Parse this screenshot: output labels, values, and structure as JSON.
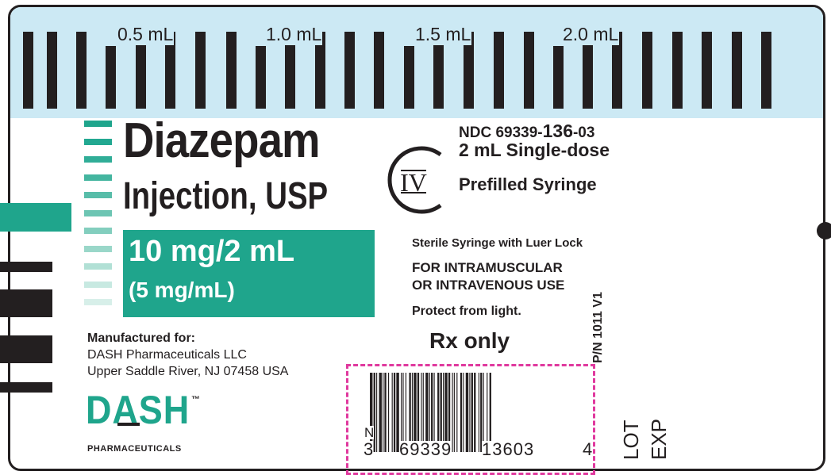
{
  "scale": {
    "labels": [
      "0.5 mL",
      "1.0 mL",
      "1.5 mL",
      "2.0 mL"
    ]
  },
  "product": {
    "name": "Diazepam",
    "subtitle": "Injection, USP",
    "strength": "10 mg/2 mL",
    "concentration": "(5 mg/mL)",
    "schedule": "IV"
  },
  "ndc": {
    "prefix": "NDC 69339-",
    "product_code": "136",
    "suffix": "-03"
  },
  "package": {
    "size": "2 mL Single-dose",
    "form": "Prefilled Syringe"
  },
  "instructions": {
    "sterile": "Sterile Syringe with Luer Lock",
    "route_line1": "FOR INTRAMUSCULAR",
    "route_line2": "OR INTRAVENOUS USE",
    "storage": "Protect from light.",
    "rx": "Rx only"
  },
  "manufacturer": {
    "heading": "Manufactured for:",
    "name": "DASH Pharmaceuticals LLC",
    "address": "Upper Saddle River, NJ 07458 USA",
    "logo_text": "DASH",
    "logo_tm": "™",
    "logo_sub": "PHARMACEUTICALS"
  },
  "barcode": {
    "n_label": "N",
    "digit_left": "3",
    "digits_group1": "69339",
    "digits_group2": "13603",
    "digit_right": "4"
  },
  "part_number": "P/N 1011 V1",
  "lot_label": "LOT",
  "exp_label": "EXP",
  "colors": {
    "teal": "#1fa58c",
    "scale_band": "#cce9f4",
    "ink": "#231f20",
    "barcode_frame": "#e0399e"
  }
}
